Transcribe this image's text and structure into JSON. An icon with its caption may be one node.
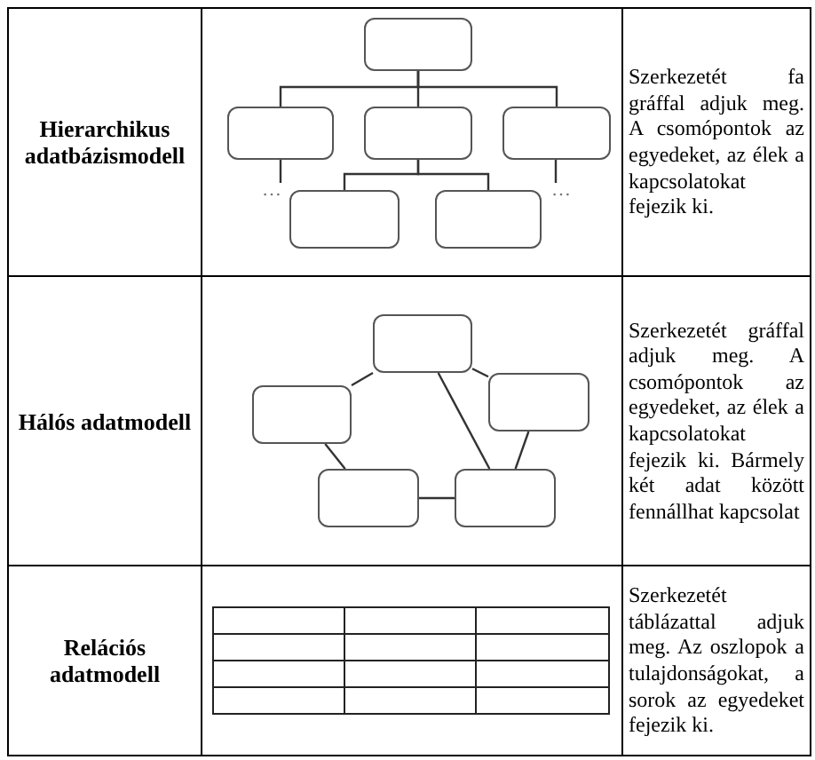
{
  "diagram": {
    "nodes": [
      {
        "text": [],
        "shape": "box"
      },
      {
        "text": [],
        "shape": "box"
      },
      {
        "text": [],
        "shape": "box"
      },
      {
        "text": [],
        "shape": "box"
      },
      {
        "text": [
          "…"
        ]
      },
      {
        "text": [],
        "shape": "box"
      },
      {
        "text": [],
        "shape": "box"
      },
      {
        "text": [
          "…"
        ]
      },
      {
        "text": [],
        "shape": "box"
      },
      {
        "text": [],
        "shape": "box"
      },
      {
        "text": [],
        "shape": "box"
      },
      {
        "text": [],
        "shape": "box"
      },
      {
        "text": [],
        "shape": "box"
      }
    ],
    "edges": [
      {
        "from": 0,
        "to": 1,
        "arrow": "none"
      },
      {
        "from": 0,
        "to": 2,
        "arrow": "none"
      },
      {
        "from": 0,
        "to": 3,
        "arrow": "none"
      },
      {
        "from": 2,
        "to": 5,
        "arrow": "none"
      },
      {
        "from": 2,
        "to": 6,
        "arrow": "none"
      },
      {
        "from": 1,
        "to": 4,
        "arrow": "none"
      },
      {
        "from": 3,
        "to": 7,
        "arrow": "none"
      },
      {
        "from": 8,
        "to": 9,
        "arrow": "none"
      },
      {
        "from": 8,
        "to": 10,
        "arrow": "none"
      },
      {
        "from": 8,
        "to": 12,
        "arrow": "none"
      },
      {
        "from": 9,
        "to": 11,
        "arrow": "none"
      },
      {
        "from": 11,
        "to": 12,
        "arrow": "none"
      },
      {
        "from": 10,
        "to": 12,
        "arrow": "none"
      }
    ],
    "labels": [
      "Hierarchikus adatbázismodell",
      "Szerkezetét fa gráffal adjuk meg. A csomópontok az egyedeket, az élek a kapcsolatokat fejezik ki.",
      "Hálós adatmodell",
      "Szerkezetét gráffal adjuk meg. A csomópontok az egyedeket, az élek a kapcsolatokat fejezik ki. Bármely két adat között fennállhat kapcsolat",
      "Relációs adatmodell",
      "Szerkezetét táblázattal adjuk meg. Az oszlopok a tulajdonságokat, a sorok az egyedeket fejezik ki."
    ]
  }
}
